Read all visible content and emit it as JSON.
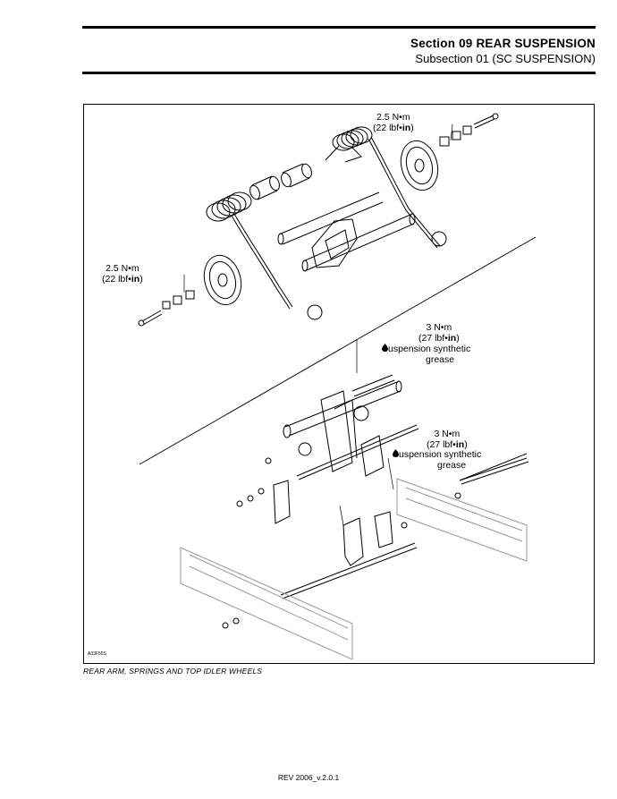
{
  "header": {
    "section": "Section 09 REAR SUSPENSION",
    "subsection": "Subsection 01 (SC SUSPENSION)"
  },
  "figure": {
    "ref_code": "A33F55S",
    "callouts": {
      "torque_upper_right": {
        "value": "2.5 N•m",
        "imperial_prefix": "(22 lbf•",
        "imperial_unit": "in",
        "imperial_suffix": ")"
      },
      "torque_left": {
        "value": "2.5 N•m",
        "imperial_prefix": "(22 lbf•",
        "imperial_unit": "in",
        "imperial_suffix": ")"
      },
      "torque_mid": {
        "value": "3 N•m",
        "imperial_prefix": "(27 lbf•",
        "imperial_unit": "in",
        "imperial_suffix": ")",
        "grease_line1": "Suspension synthetic",
        "grease_line2": "grease"
      },
      "torque_lower": {
        "value": "3 N•m",
        "imperial_prefix": "(27 lbf•",
        "imperial_unit": "in",
        "imperial_suffix": ")",
        "grease_line1": "Suspension synthetic",
        "grease_line2": "grease"
      }
    }
  },
  "caption": "REAR ARM, SPRINGS AND TOP IDLER WHEELS",
  "footer": "REV 2006_v.2.0.1"
}
